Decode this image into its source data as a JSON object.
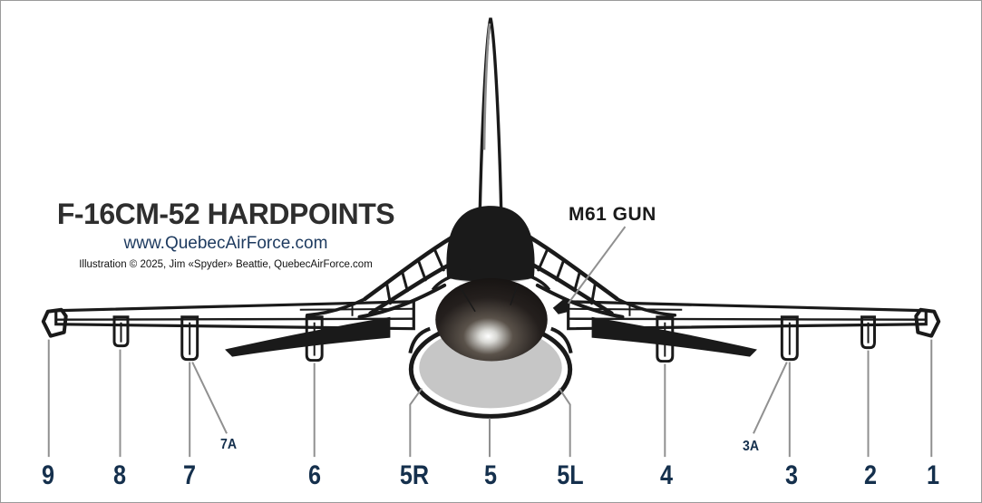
{
  "header": {
    "title": "F-16CM-52 HARDPOINTS",
    "website": "www.QuebecAirForce.com",
    "credit": "Illustration © 2025, Jim «Spyder» Beattie, QuebecAirForce.com"
  },
  "callout": {
    "gun": "M61 GUN"
  },
  "stations": [
    {
      "label": "9"
    },
    {
      "label": "8"
    },
    {
      "label": "7"
    },
    {
      "label": "7A"
    },
    {
      "label": "6"
    },
    {
      "label": "5R"
    },
    {
      "label": "5"
    },
    {
      "label": "5L"
    },
    {
      "label": "4"
    },
    {
      "label": "3A"
    },
    {
      "label": "3"
    },
    {
      "label": "2"
    },
    {
      "label": "1"
    }
  ],
  "colors": {
    "ink": "#1a1a1a",
    "leader": "#909090",
    "intake": "#c6c6c6",
    "title": "#2e2e2e",
    "website": "#1d3a5f",
    "credit": "#111111",
    "station": "#15304d"
  }
}
